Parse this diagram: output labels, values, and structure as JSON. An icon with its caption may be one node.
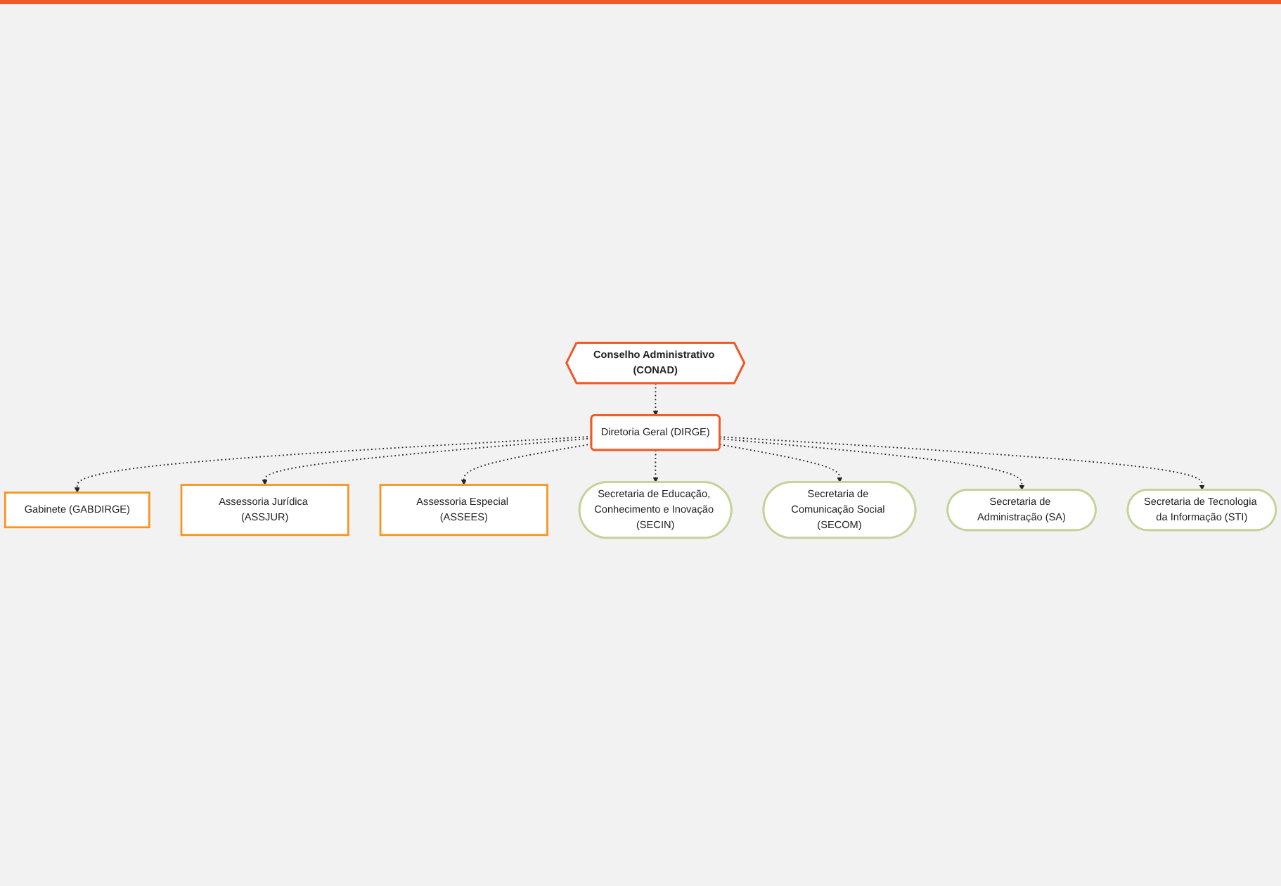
{
  "diagram": {
    "nodes": [
      {
        "text": [
          "Conselho Administrativo (CONAD)"
        ]
      },
      {
        "text": [
          "Diretoria Geral (DIRGE)"
        ]
      },
      {
        "text": [
          "Gabinete (GABDIRGE)"
        ]
      },
      {
        "text": [
          "Assessoria Jurídica (ASSJUR)"
        ]
      },
      {
        "text": [
          "Assessoria Especial (ASSEES)"
        ]
      },
      {
        "text": [
          "Secretaria de Educação, Conhecimento e Inovação (SECIN)"
        ]
      },
      {
        "text": [
          "Secretaria de Comunicação Social (SECOM)"
        ]
      },
      {
        "text": [
          "Secretaria de Administração (SA)"
        ]
      },
      {
        "text": [
          "Secretaria de Tecnologia da Informação (STI)"
        ]
      }
    ],
    "edges": [
      {
        "from": 0,
        "to": 1,
        "arrow": "to",
        "style": "dashed"
      },
      {
        "from": 1,
        "to": 2,
        "arrow": "to",
        "style": "dashed"
      },
      {
        "from": 1,
        "to": 3,
        "arrow": "to",
        "style": "dashed"
      },
      {
        "from": 1,
        "to": 4,
        "arrow": "to",
        "style": "dashed"
      },
      {
        "from": 1,
        "to": 5,
        "arrow": "to",
        "style": "dashed"
      },
      {
        "from": 1,
        "to": 6,
        "arrow": "to",
        "style": "dashed"
      },
      {
        "from": 1,
        "to": 7,
        "arrow": "to",
        "style": "dashed"
      },
      {
        "from": 1,
        "to": 8,
        "arrow": "to",
        "style": "dashed"
      }
    ]
  }
}
